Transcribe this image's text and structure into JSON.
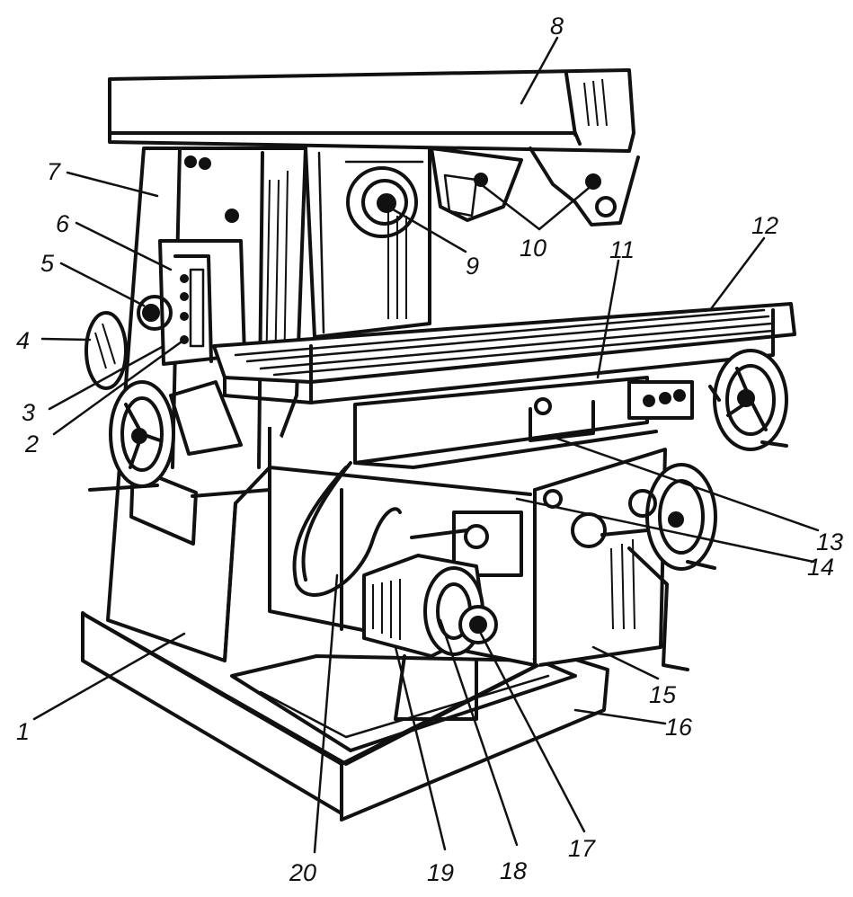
{
  "figure": {
    "description_hidden": false,
    "callouts": [
      {
        "id": "1",
        "text": "1"
      },
      {
        "id": "2",
        "text": "2"
      },
      {
        "id": "3",
        "text": "3"
      },
      {
        "id": "4",
        "text": "4"
      },
      {
        "id": "5",
        "text": "5"
      },
      {
        "id": "6",
        "text": "6"
      },
      {
        "id": "7",
        "text": "7"
      },
      {
        "id": "8",
        "text": "8"
      },
      {
        "id": "9",
        "text": "9"
      },
      {
        "id": "10",
        "text": "10"
      },
      {
        "id": "11",
        "text": "11"
      },
      {
        "id": "12",
        "text": "12"
      },
      {
        "id": "13",
        "text": "13"
      },
      {
        "id": "14",
        "text": "14"
      },
      {
        "id": "15",
        "text": "15"
      },
      {
        "id": "16",
        "text": "16"
      },
      {
        "id": "17",
        "text": "17"
      },
      {
        "id": "18",
        "text": "18"
      },
      {
        "id": "19",
        "text": "19"
      },
      {
        "id": "20",
        "text": "20"
      }
    ]
  }
}
